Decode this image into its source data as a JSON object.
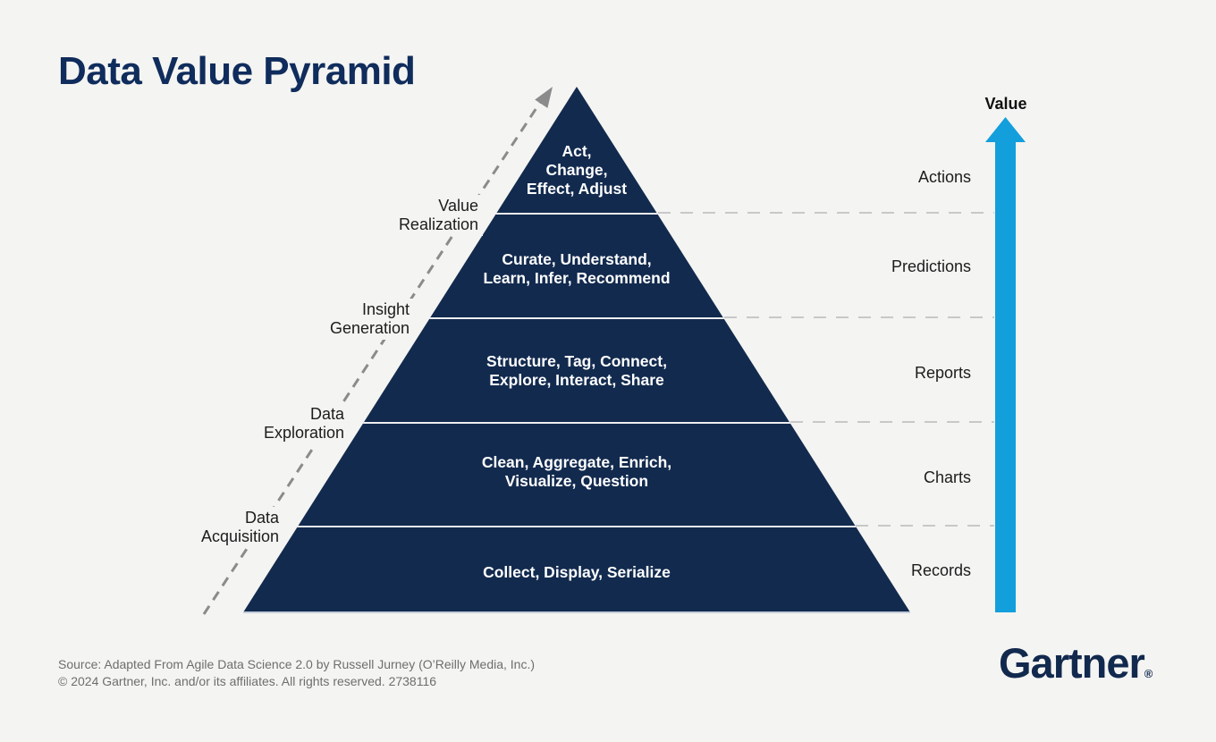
{
  "title": "Data Value Pyramid",
  "pyramid": {
    "levels": [
      {
        "name": "actions",
        "lines": [
          "Act,",
          "Change,",
          "Effect, Adjust"
        ],
        "right_label": "Actions"
      },
      {
        "name": "predictions",
        "lines": [
          "Curate, Understand,",
          "Learn, Infer, Recommend"
        ],
        "right_label": "Predictions"
      },
      {
        "name": "reports",
        "lines": [
          "Structure, Tag, Connect,",
          "Explore, Interact, Share"
        ],
        "right_label": "Reports"
      },
      {
        "name": "charts",
        "lines": [
          "Clean, Aggregate, Enrich,",
          "Visualize, Question"
        ],
        "right_label": "Charts"
      },
      {
        "name": "records",
        "lines": [
          "Collect, Display, Serialize"
        ],
        "right_label": "Records"
      }
    ],
    "left_stage_labels": [
      {
        "lines": [
          "Value",
          "Realization"
        ]
      },
      {
        "lines": [
          "Insight",
          "Generation"
        ]
      },
      {
        "lines": [
          "Data",
          "Exploration"
        ]
      },
      {
        "lines": [
          "Data",
          "Acquisition"
        ]
      }
    ]
  },
  "value_axis": {
    "label": "Value"
  },
  "footer": {
    "source_line1": "Source: Adapted From Agile Data Science 2.0 by Russell Jurney (O’Reilly Media, Inc.)",
    "source_line2": "© 2024 Gartner, Inc. and/or its affiliates. All rights reserved. 2738116",
    "logo_text": "Gartner",
    "logo_registered": "®"
  },
  "colors": {
    "background": "#F4F4F2",
    "pyramid_navy": "#122A4E",
    "level_divider": "#EDEEEF",
    "value_arrow_blue": "#129FDC",
    "title_navy": "#0F2C5C",
    "label_black": "#1C1C1C",
    "dashed_arrow_gray": "#8B8B8B",
    "boundary_dash_gray": "#C8C8C8",
    "source_gray": "#6E6E6E",
    "logo_navy": "#12294E"
  }
}
